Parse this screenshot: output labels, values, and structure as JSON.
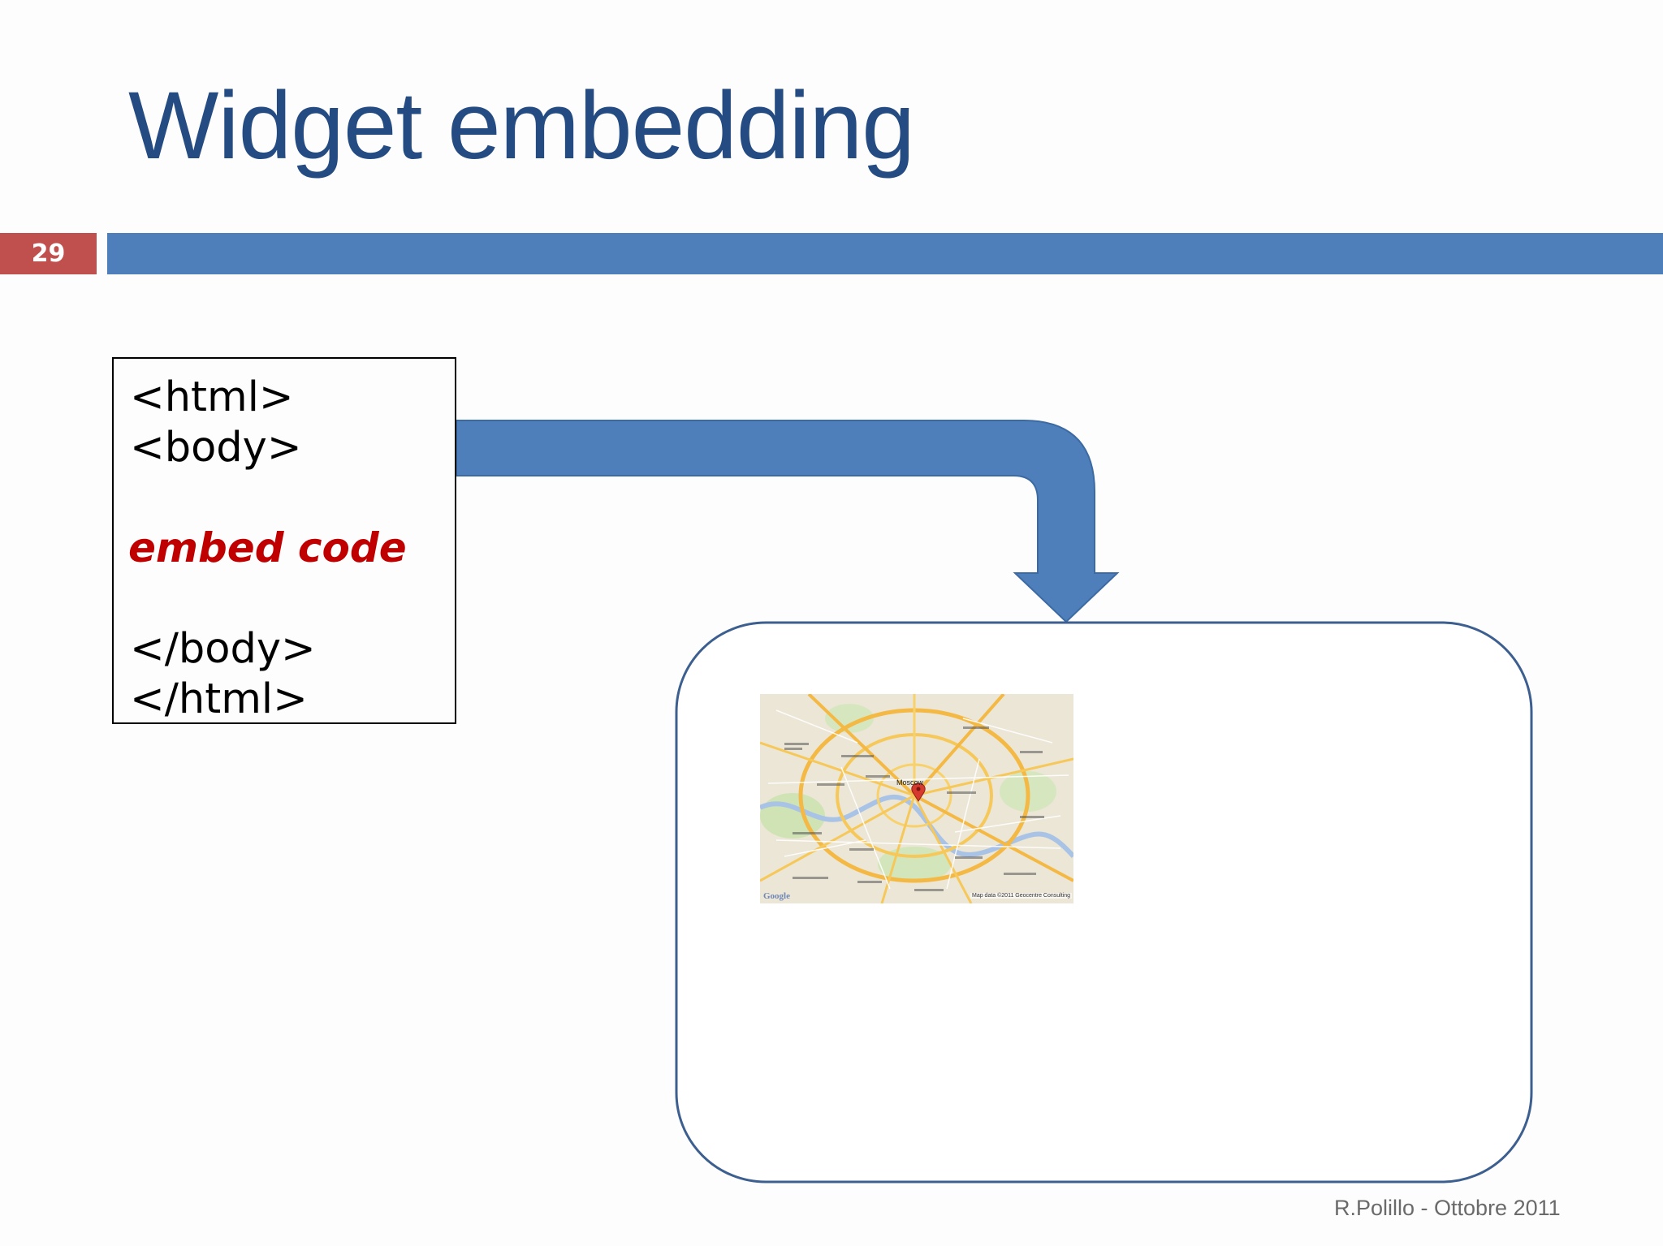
{
  "slide": {
    "title": "Widget embedding",
    "page_number": "29",
    "footer": "R.Polillo - Ottobre 2011"
  },
  "code_box": {
    "line_html_open": "<html>",
    "line_body_open": "<body>",
    "embed_label": "embed code",
    "line_body_close": "</body>",
    "line_html_close": "</html>"
  },
  "colors": {
    "title": "#244c82",
    "accent_bar": "#4f7fba",
    "page_badge": "#c0504d",
    "embed_text": "#c00000",
    "arrow": "#4f7fba",
    "widget_border": "#3c5f8f"
  },
  "map": {
    "icon": "map-pin-icon",
    "center_label": "Moscow",
    "attribution": "Map data ©2011 Geocentre Consulting",
    "logo": "Google"
  }
}
